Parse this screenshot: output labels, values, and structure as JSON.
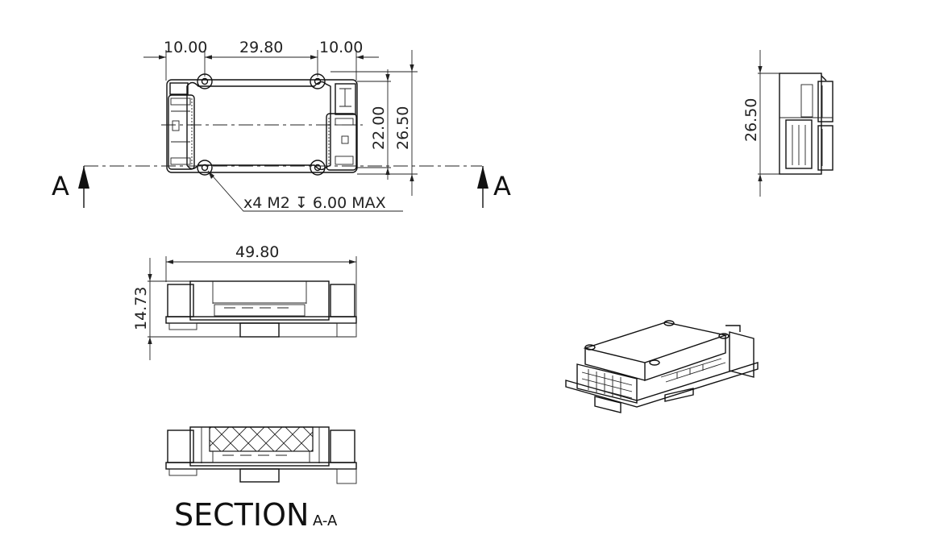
{
  "drawing": {
    "top_view": {
      "dims": {
        "left_offset": "10.00",
        "hole_spacing": "29.80",
        "right_offset": "10.00",
        "hole_pitch_vertical": "22.00",
        "overall_width": "26.50"
      },
      "hole_callout": "x4 M2 Ⅷ 6.00 MAX",
      "hole_callout_parts": {
        "qty": "x4",
        "thread": "M2",
        "depth_symbol": "↧",
        "depth": "6.00 MAX"
      },
      "section_marker_left": "A",
      "section_marker_right": "A"
    },
    "side_view_right": {
      "dims": {
        "height": "26.50"
      }
    },
    "front_view": {
      "dims": {
        "overall_length": "49.80",
        "overall_height": "14.73"
      }
    },
    "section_view": {
      "title": "SECTION",
      "title_suffix": "A-A"
    },
    "isometric_view": {
      "label": ""
    }
  }
}
